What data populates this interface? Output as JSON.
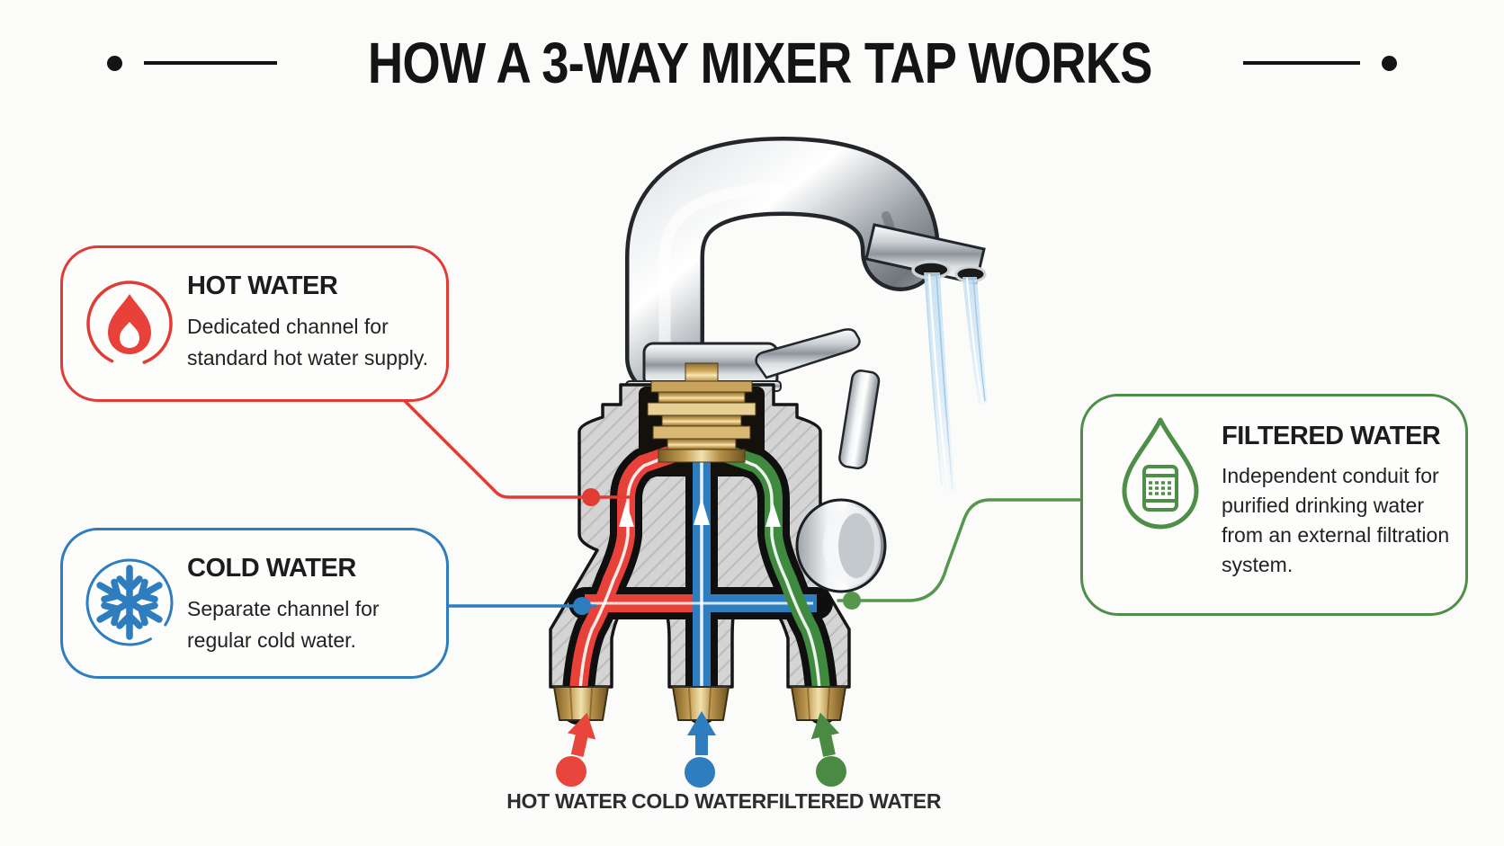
{
  "title": "HOW A 3-WAY MIXER TAP WORKS",
  "colors": {
    "hot": "#e23b34",
    "cold": "#2e7dbf",
    "filtered": "#4e8f47"
  },
  "callouts": {
    "hot": {
      "icon": "flame-icon",
      "title": "HOT WATER",
      "description": "Dedicated channel for standard hot water supply."
    },
    "cold": {
      "icon": "snowflake-icon",
      "title": "COLD WATER",
      "description": "Separate channel for regular cold water."
    },
    "filtered": {
      "icon": "filter-drop-icon",
      "title": "FILTERED WATER",
      "description": "Independent conduit for purified drinking water from an external filtration system."
    }
  },
  "inlets": [
    {
      "label": "HOT WATER",
      "color": "#e8453c"
    },
    {
      "label": "COLD WATER",
      "color": "#2e7dbf"
    },
    {
      "label": "FILTERED WATER",
      "color": "#4b8a42"
    }
  ]
}
